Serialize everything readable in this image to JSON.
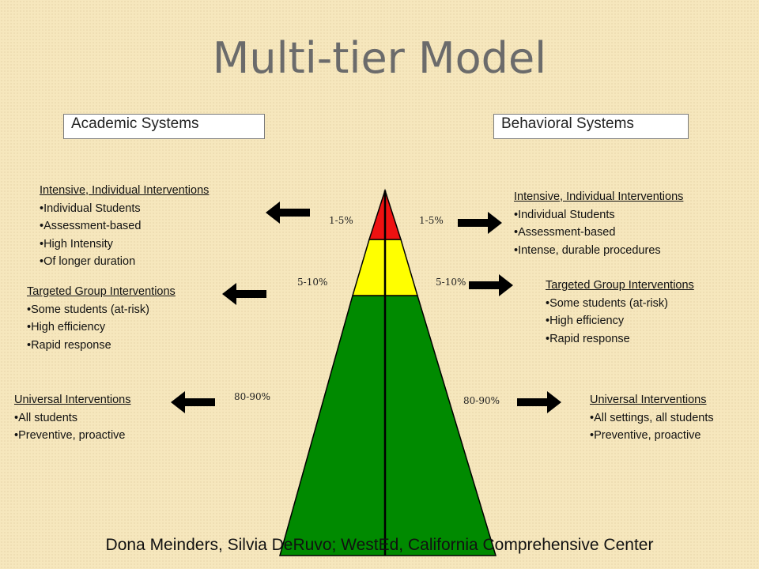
{
  "title": "Multi-tier Model",
  "academic_label": "Academic Systems",
  "behavioral_label": "Behavioral Systems",
  "academic": {
    "intensive": {
      "heading": "Intensive, Individual Interventions",
      "bullets": [
        "•Individual Students",
        "•Assessment-based",
        "•High Intensity",
        "•Of longer duration"
      ]
    },
    "targeted": {
      "heading": "Targeted Group Interventions",
      "bullets": [
        "•Some students (at-risk)",
        "•High efficiency",
        "•Rapid response"
      ]
    },
    "universal": {
      "heading": "Universal Interventions",
      "bullets": [
        "•All students",
        "•Preventive, proactive"
      ]
    }
  },
  "behavioral": {
    "intensive": {
      "heading": "Intensive, Individual Interventions",
      "bullets": [
        "•Individual Students",
        "•Assessment-based",
        "•Intense, durable procedures"
      ]
    },
    "targeted": {
      "heading": "Targeted Group Interventions",
      "bullets": [
        "•Some students (at-risk)",
        "•High efficiency",
        "•Rapid response"
      ]
    },
    "universal": {
      "heading": "Universal Interventions",
      "bullets": [
        "•All settings, all students",
        "•Preventive, proactive"
      ]
    }
  },
  "percentages": {
    "top_left": "1-5%",
    "top_right": "1-5%",
    "mid_left": "5-10%",
    "mid_right": "5-10%",
    "bottom_left": "80-90%",
    "bottom_right": "80-90%"
  },
  "tier_colors": {
    "top": "#ee1111",
    "middle": "#ffff00",
    "bottom": "#008a00"
  },
  "footer": "Dona Meinders, Silvia DeRuvo; WestEd, California Comprehensive Center"
}
